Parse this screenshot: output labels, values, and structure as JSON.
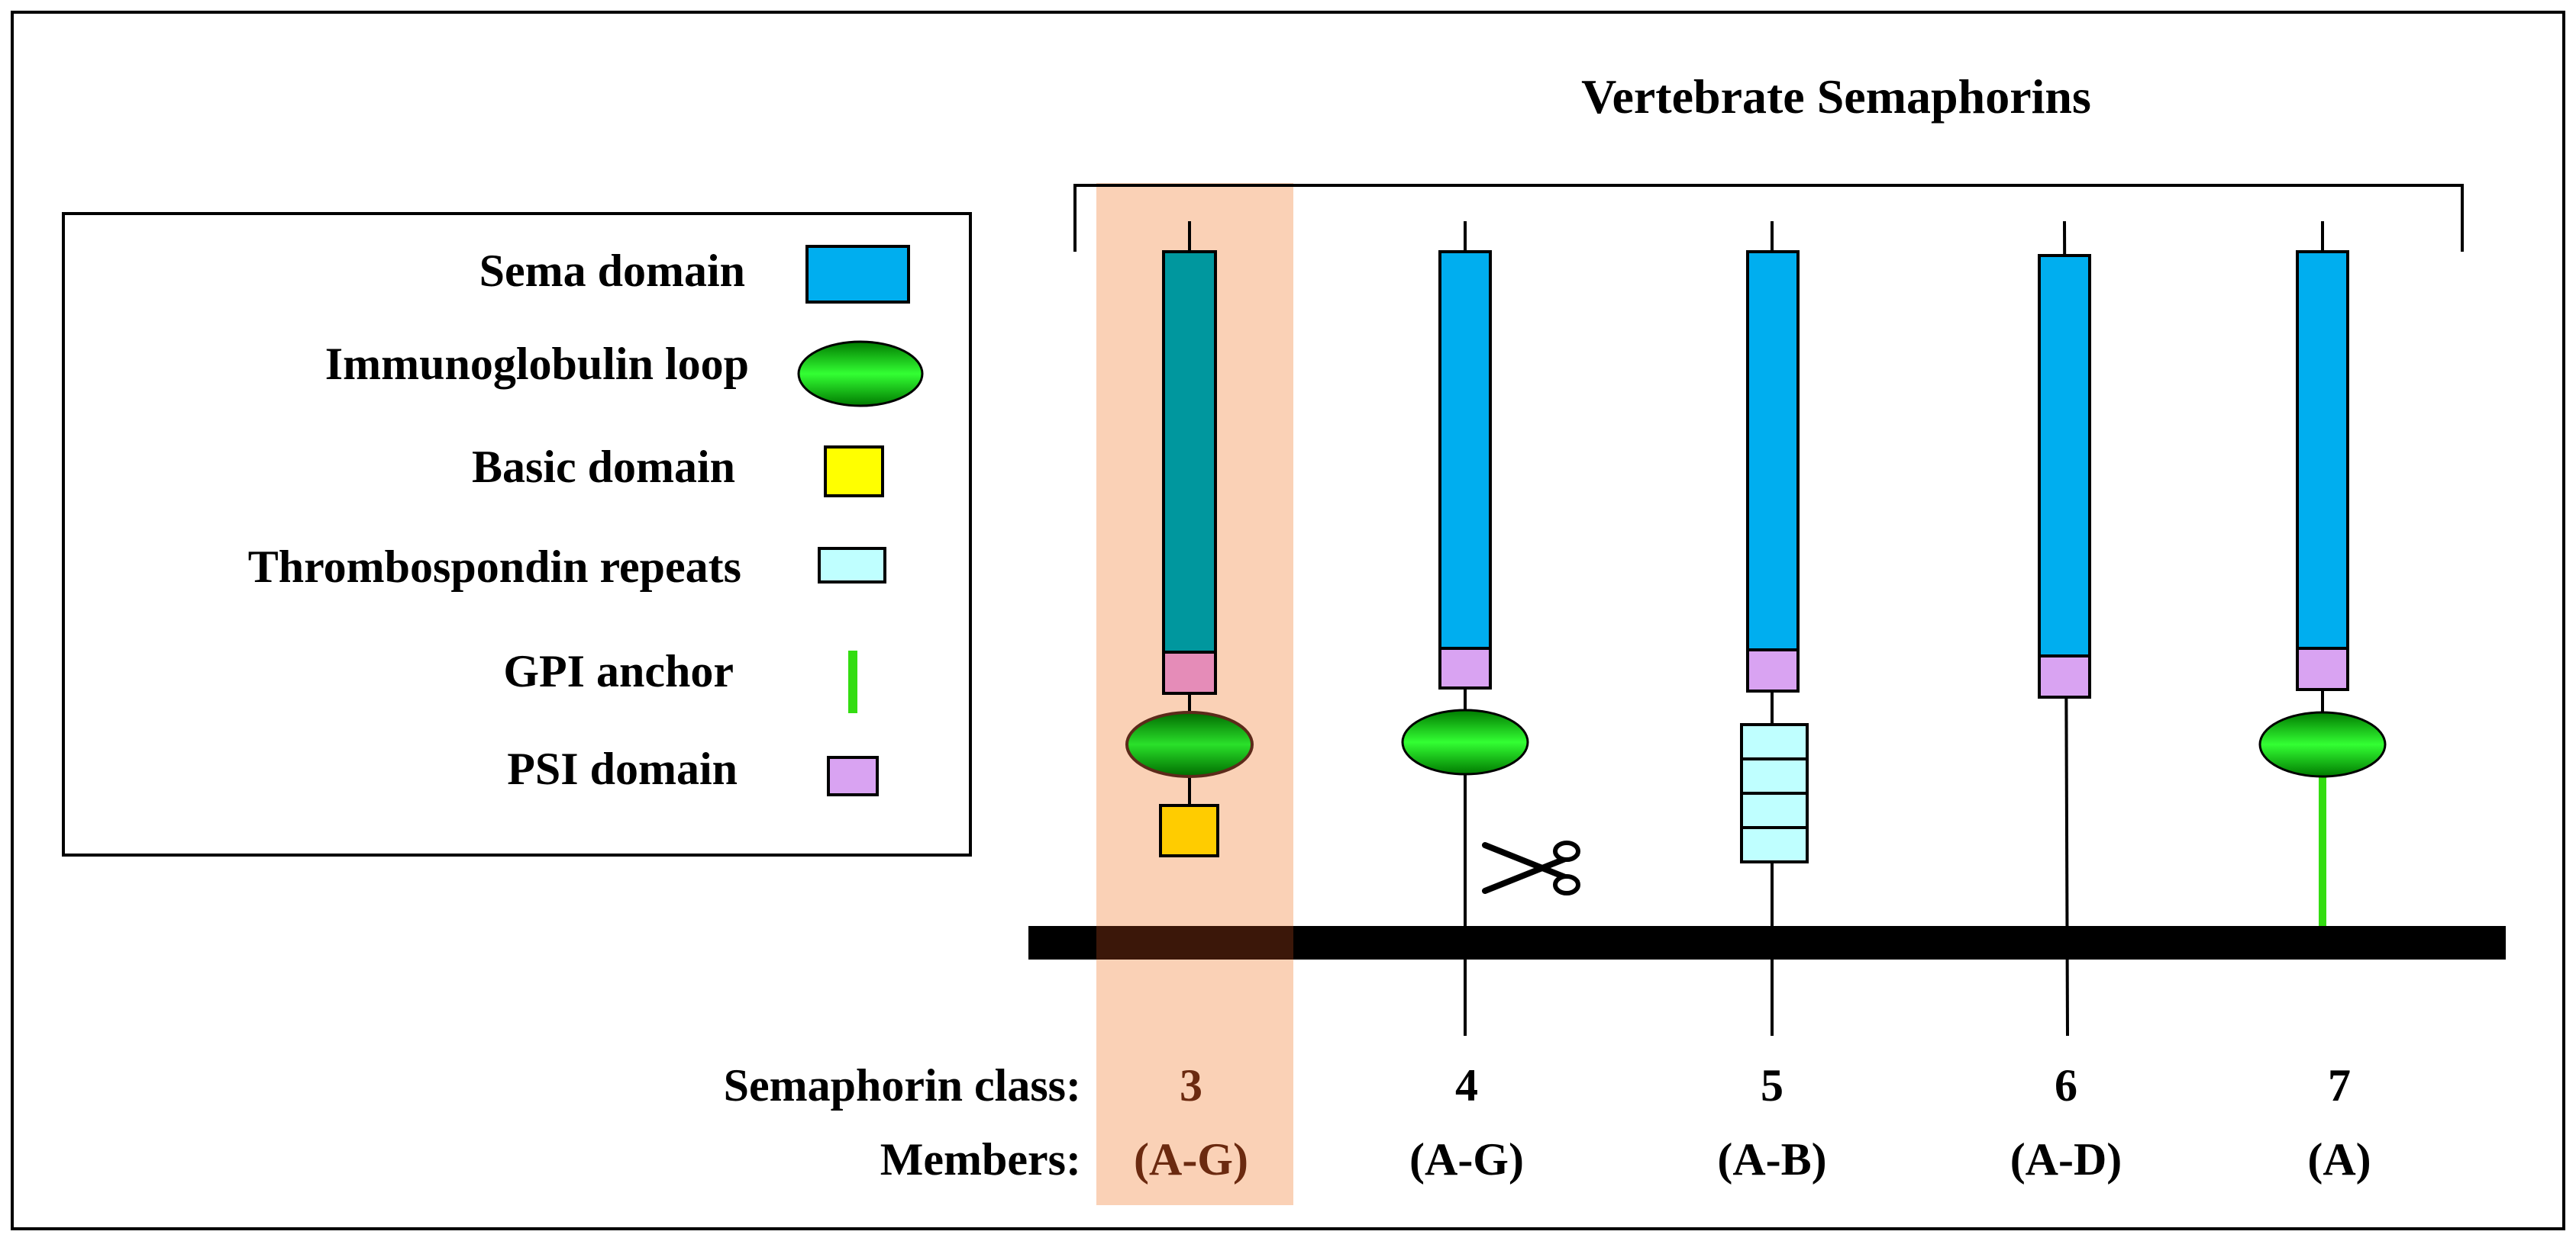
{
  "title": "Vertebrate Semaphorins",
  "legend": {
    "items": [
      {
        "key": "sema",
        "label": "Sema domain",
        "icon": "sema-domain-icon"
      },
      {
        "key": "ig",
        "label": "Immunoglobulin loop",
        "icon": "immunoglobulin-loop-icon"
      },
      {
        "key": "basic",
        "label": "Basic domain",
        "icon": "basic-domain-icon"
      },
      {
        "key": "tsp",
        "label": "Thrombospondin repeats",
        "icon": "thrombospondin-repeats-icon"
      },
      {
        "key": "gpi",
        "label": "GPI anchor",
        "icon": "gpi-anchor-icon"
      },
      {
        "key": "psi",
        "label": "PSI domain",
        "icon": "psi-domain-icon"
      }
    ]
  },
  "row_labels": {
    "class_label": "Semaphorin class:",
    "members_label": "Members:"
  },
  "classes": [
    {
      "class": "3",
      "members": "(A-G)",
      "highlighted": true,
      "secreted": true,
      "sema_variant": "teal",
      "psi_variant": "pink",
      "domains": [
        "sema",
        "psi",
        "ig",
        "basic"
      ]
    },
    {
      "class": "4",
      "members": "(A-G)",
      "highlighted": false,
      "secreted": false,
      "cleavage_site": true,
      "domains": [
        "sema",
        "psi",
        "ig",
        "transmembrane"
      ]
    },
    {
      "class": "5",
      "members": "(A-B)",
      "highlighted": false,
      "secreted": false,
      "domains": [
        "sema",
        "psi",
        "thrombospondin_repeats",
        "transmembrane"
      ]
    },
    {
      "class": "6",
      "members": "(A-D)",
      "highlighted": false,
      "secreted": false,
      "domains": [
        "sema",
        "psi",
        "transmembrane"
      ]
    },
    {
      "class": "7",
      "members": "(A)",
      "highlighted": false,
      "secreted": false,
      "gpi_anchored": true,
      "domains": [
        "sema",
        "psi",
        "ig",
        "gpi"
      ]
    }
  ],
  "colors": {
    "sema": "#00AEEF",
    "sema_class3": "#00979E",
    "psi": "#D9A3F2",
    "psi_class3": "#E58CB8",
    "basic": "#FFFF00",
    "basic_class3": "#FFCC00",
    "thrombospondin": "#BFFFFF",
    "gpi": "#33DD11",
    "ig_dark": "#007A00",
    "ig_light": "#33FF33",
    "highlight": "#FAD1B6",
    "class3_text": "#6B2A10",
    "membrane": "#000000"
  }
}
